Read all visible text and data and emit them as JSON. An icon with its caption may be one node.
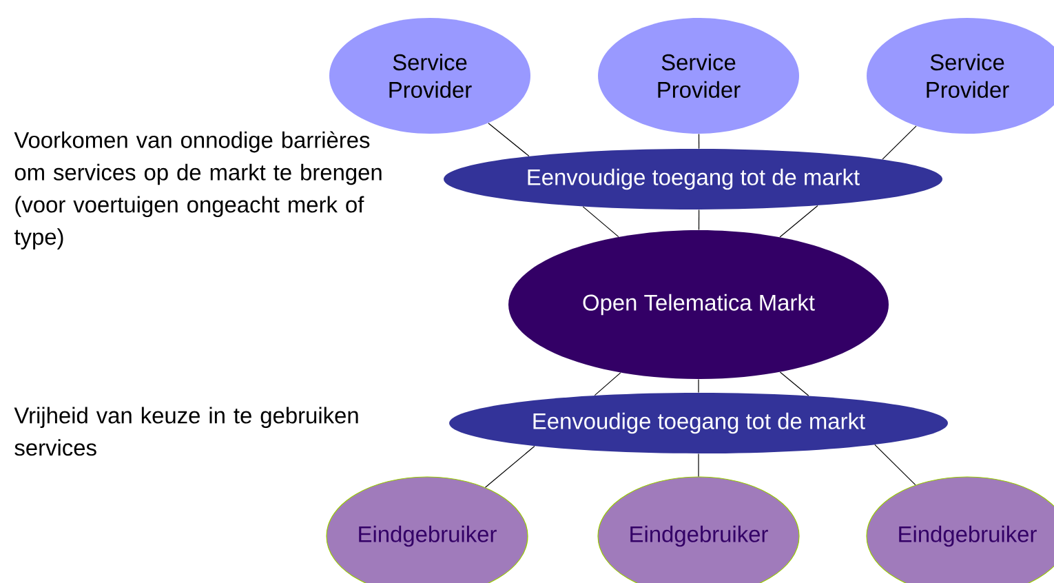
{
  "diagram": {
    "nodes": [
      {
        "text": [
          "Service Provider"
        ]
      },
      {
        "text": [
          "Service Provider"
        ]
      },
      {
        "text": [
          "Service Provider"
        ]
      },
      {
        "text": [
          "Eenvoudige toegang tot de markt"
        ]
      },
      {
        "text": [
          "Open Telematica Markt"
        ]
      },
      {
        "text": [
          "Eenvoudige toegang tot de markt"
        ]
      },
      {
        "text": [
          "Eindgebruiker"
        ]
      },
      {
        "text": [
          "Eindgebruiker"
        ]
      },
      {
        "text": [
          "Eindgebruiker"
        ]
      }
    ],
    "edges": [
      {
        "from": 0,
        "to": 3,
        "arrow": "none"
      },
      {
        "from": 1,
        "to": 3,
        "arrow": "none"
      },
      {
        "from": 2,
        "to": 3,
        "arrow": "none"
      },
      {
        "from": 3,
        "to": 4,
        "arrow": "none"
      },
      {
        "from": 3,
        "to": 4,
        "arrow": "none"
      },
      {
        "from": 3,
        "to": 4,
        "arrow": "none"
      },
      {
        "from": 4,
        "to": 5,
        "arrow": "none"
      },
      {
        "from": 4,
        "to": 5,
        "arrow": "none"
      },
      {
        "from": 4,
        "to": 5,
        "arrow": "none"
      },
      {
        "from": 5,
        "to": 6,
        "arrow": "none"
      },
      {
        "from": 5,
        "to": 7,
        "arrow": "none"
      },
      {
        "from": 5,
        "to": 8,
        "arrow": "none"
      }
    ],
    "labels": [
      "Voorkomen van onnodige barrières om services op de markt te brengen (voor voertuigen ongeacht merk of type)",
      "Vrijheid van keuze in te gebruiken services"
    ]
  }
}
